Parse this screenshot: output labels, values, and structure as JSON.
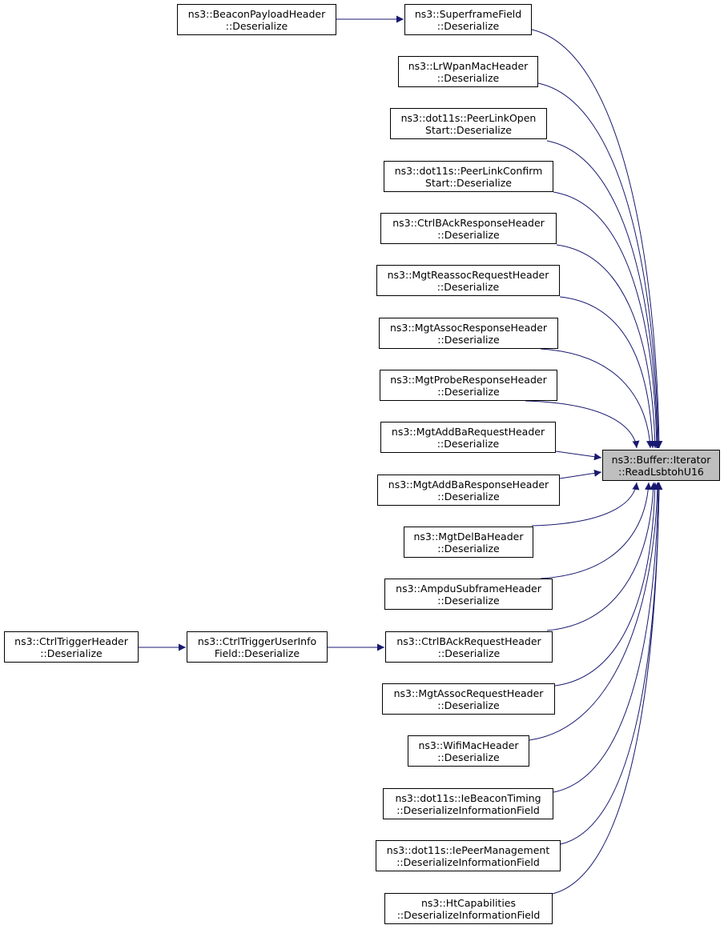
{
  "graph": {
    "target": {
      "line1": "ns3::Buffer::Iterator",
      "line2": "::ReadLsbtohU16"
    },
    "callers": [
      {
        "line1": "ns3::SuperframeField",
        "line2": "::Deserialize"
      },
      {
        "line1": "ns3::LrWpanMacHeader",
        "line2": "::Deserialize"
      },
      {
        "line1": "ns3::dot11s::PeerLinkOpen",
        "line2": "Start::Deserialize"
      },
      {
        "line1": "ns3::dot11s::PeerLinkConfirm",
        "line2": "Start::Deserialize"
      },
      {
        "line1": "ns3::CtrlBAckResponseHeader",
        "line2": "::Deserialize"
      },
      {
        "line1": "ns3::MgtReassocRequestHeader",
        "line2": "::Deserialize"
      },
      {
        "line1": "ns3::MgtAssocResponseHeader",
        "line2": "::Deserialize"
      },
      {
        "line1": "ns3::MgtProbeResponseHeader",
        "line2": "::Deserialize"
      },
      {
        "line1": "ns3::MgtAddBaRequestHeader",
        "line2": "::Deserialize"
      },
      {
        "line1": "ns3::MgtAddBaResponseHeader",
        "line2": "::Deserialize"
      },
      {
        "line1": "ns3::MgtDelBaHeader",
        "line2": "::Deserialize"
      },
      {
        "line1": "ns3::AmpduSubframeHeader",
        "line2": "::Deserialize"
      },
      {
        "line1": "ns3::CtrlBAckRequestHeader",
        "line2": "::Deserialize"
      },
      {
        "line1": "ns3::MgtAssocRequestHeader",
        "line2": "::Deserialize"
      },
      {
        "line1": "ns3::WifiMacHeader",
        "line2": "::Deserialize"
      },
      {
        "line1": "ns3::dot11s::IeBeaconTiming",
        "line2": "::DeserializeInformationField"
      },
      {
        "line1": "ns3::dot11s::IePeerManagement",
        "line2": "::DeserializeInformationField"
      },
      {
        "line1": "ns3::HtCapabilities",
        "line2": "::DeserializeInformationField"
      }
    ],
    "secondary": [
      {
        "line1": "ns3::BeaconPayloadHeader",
        "line2": "::Deserialize"
      },
      {
        "line1": "ns3::CtrlTriggerUserInfo",
        "line2": "Field::Deserialize"
      },
      {
        "line1": "ns3::CtrlTriggerHeader",
        "line2": "::Deserialize"
      }
    ],
    "colors": {
      "edge": "#191970",
      "target_fill": "#bfbfbf",
      "border": "#000000"
    }
  }
}
